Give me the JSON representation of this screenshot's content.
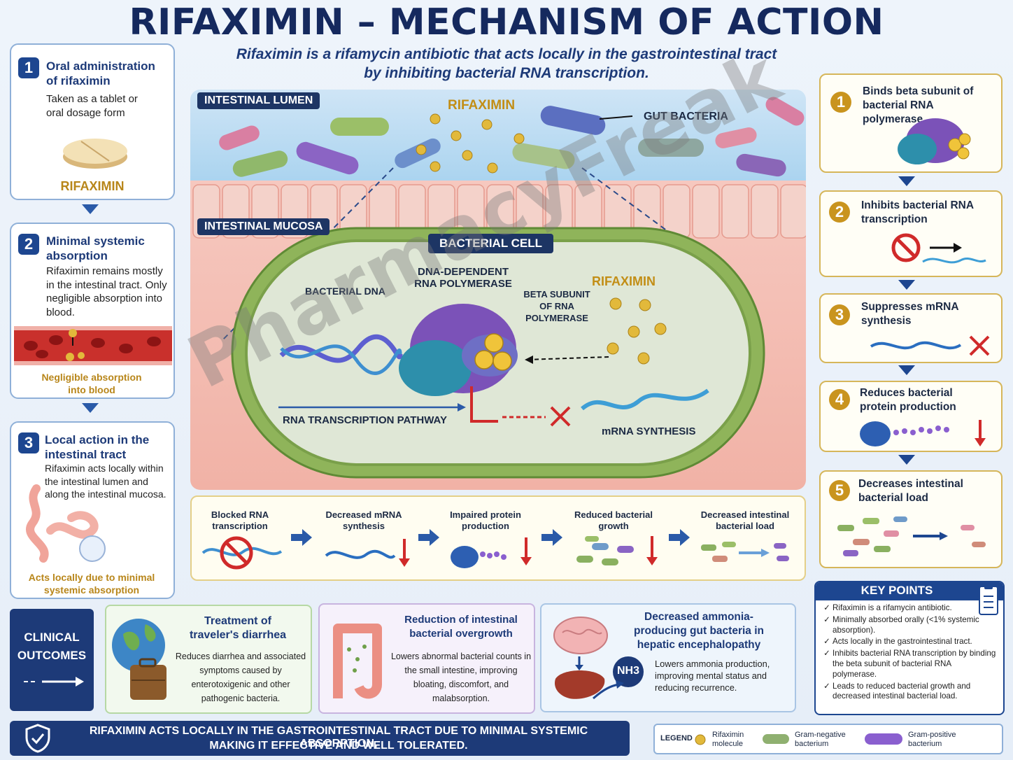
{
  "header": {
    "title": "RIFAXIMIN – MECHANISM OF ACTION",
    "subtitle_line1": "Rifaximin is a rifamycin antibiotic that acts locally in the gastrointestinal tract",
    "subtitle_line2": "by inhibiting bacterial RNA transcription."
  },
  "left_steps": [
    {
      "num": "1",
      "title": "Oral administration of rifaximin",
      "text": "Taken as a tablet or oral dosage form",
      "caption": "RIFAXIMIN"
    },
    {
      "num": "2",
      "title": "Minimal systemic absorption",
      "text": "Rifaximin remains mostly in the intestinal tract. Only negligible absorption into blood.",
      "caption": "Negligible absorption into blood"
    },
    {
      "num": "3",
      "title": "Local action in the intestinal tract",
      "text": "Rifaximin acts locally within the intestinal lumen and along the intestinal mucosa.",
      "caption": "Acts locally due to minimal systemic absorption"
    }
  ],
  "center": {
    "lumen_tag": "INTESTINAL LUMEN",
    "rifaximin_label": "RIFAXIMIN",
    "gut_bacteria_label": "GUT BACTERIA",
    "mucosa_tag": "INTESTINAL MUCOSA",
    "cell_tag": "BACTERIAL CELL",
    "dna_label": "BACTERIAL DNA",
    "polymerase_label": "DNA-DEPENDENT RNA POLYMERASE",
    "beta_label": "BETA SUBUNIT OF RNA POLYMERASE",
    "rifaximin_label2": "RIFAXIMIN",
    "pathway_label": "RNA TRANSCRIPTION PATHWAY",
    "mrna_label": "mRNA SYNTHESIS"
  },
  "bottom_steps": [
    "Blocked RNA transcription",
    "Decreased mRNA synthesis",
    "Impaired protein production",
    "Reduced bacterial growth",
    "Decreased intestinal bacterial load"
  ],
  "right_steps": [
    {
      "num": "1",
      "text": "Binds beta subunit of bacterial RNA polymerase"
    },
    {
      "num": "2",
      "text": "Inhibits bacterial RNA transcription"
    },
    {
      "num": "3",
      "text": "Suppresses mRNA synthesis"
    },
    {
      "num": "4",
      "text": "Reduces bacterial protein production"
    },
    {
      "num": "5",
      "text": "Decreases intestinal bacterial load"
    }
  ],
  "key_points": {
    "title": "KEY POINTS",
    "items": [
      "Rifaximin is a rifamycin antibiotic.",
      "Minimally absorbed orally (<1% systemic absorption).",
      "Acts locally in the gastrointestinal tract.",
      "Inhibits bacterial RNA transcription by binding the beta subunit of bacterial RNA polymerase.",
      "Leads to reduced bacterial growth and decreased intestinal bacterial load."
    ]
  },
  "clinical": {
    "label": "CLINICAL OUTCOMES",
    "outcomes": [
      {
        "title": "Treatment of traveler's diarrhea",
        "text": "Reduces diarrhea and associated symptoms caused by enterotoxigenic and other pathogenic bacteria."
      },
      {
        "title": "Reduction of intestinal bacterial overgrowth",
        "text": "Lowers abnormal bacterial counts in the small intestine, improving bloating, discomfort, and malabsorption."
      },
      {
        "title": "Decreased ammonia-producing gut bacteria in hepatic encephalopathy",
        "text": "Lowers ammonia production, improving mental status and reducing recurrence.",
        "nh3": "NH3"
      }
    ]
  },
  "footer": {
    "line1": "RIFAXIMIN ACTS LOCALLY IN THE GASTROINTESTINAL TRACT DUE TO MINIMAL SYSTEMIC ABSORPTION,",
    "line2": "MAKING IT EFFECTIVE AND WELL TOLERATED."
  },
  "legend": {
    "title": "LEGEND",
    "items": [
      "Rifaximin molecule",
      "Gram-negative bacterium",
      "Gram-positive bacterium"
    ]
  },
  "watermark": "PharmacyFreak",
  "colors": {
    "navy": "#15295e",
    "gold": "#c9941e",
    "green_cell": "#7aa04a",
    "purple": "#7b52b8"
  }
}
